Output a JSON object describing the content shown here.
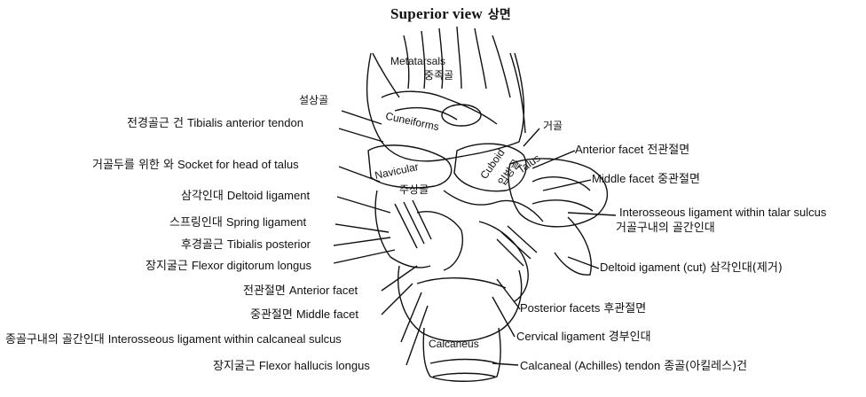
{
  "title": {
    "en": "Superior view",
    "ko": "상면"
  },
  "bones": {
    "metatarsals": {
      "en": "Metatarsals",
      "ko": "중족골"
    },
    "cuneiforms": {
      "en": "Cuneiforms",
      "ko": "설상골"
    },
    "navicular": {
      "en": "Navicular",
      "ko": "주상골"
    },
    "cuboid": {
      "en": "Cuboid",
      "ko": "입방골"
    },
    "talus": {
      "en": "Talus",
      "ko": "거골"
    },
    "calcaneus": {
      "en": "Calcaneus"
    }
  },
  "left_labels": [
    {
      "ko": "전경골근 건",
      "en": "Tibialis anterior tendon"
    },
    {
      "ko": "거골두를 위한 와",
      "en": "Socket for head of talus"
    },
    {
      "ko": "삼각인대",
      "en": "Deltoid ligament"
    },
    {
      "ko": "스프링인대",
      "en": "Spring ligament"
    },
    {
      "ko": "후경골근",
      "en": "Tibialis posterior"
    },
    {
      "ko": "장지굴근",
      "en": "Flexor digitorum longus"
    },
    {
      "ko": "전관절면",
      "en": "Anterior facet"
    },
    {
      "ko": "중관절면",
      "en": "Middle facet"
    },
    {
      "ko": "종골구내의 골간인대",
      "en": "Interosseous ligament within calcaneal sulcus"
    },
    {
      "ko": "장지굴근",
      "en": "Flexor hallucis longus"
    }
  ],
  "right_labels": [
    {
      "en": "Anterior facet",
      "ko": "전관절면"
    },
    {
      "en": "Middle facet",
      "ko": "중관절면"
    },
    {
      "en": "Interosseous ligament within talar sulcus",
      "ko": "거골구내의 골간인대"
    },
    {
      "en": "Deltoid igament (cut)",
      "ko": "삼각인대(제거)"
    },
    {
      "en": "Posterior facets",
      "ko": "후관절면"
    },
    {
      "en": "Cervical ligament",
      "ko": "경부인대"
    },
    {
      "en": "Calcaneal (Achilles) tendon",
      "ko": "종골(아킬레스)건"
    }
  ]
}
